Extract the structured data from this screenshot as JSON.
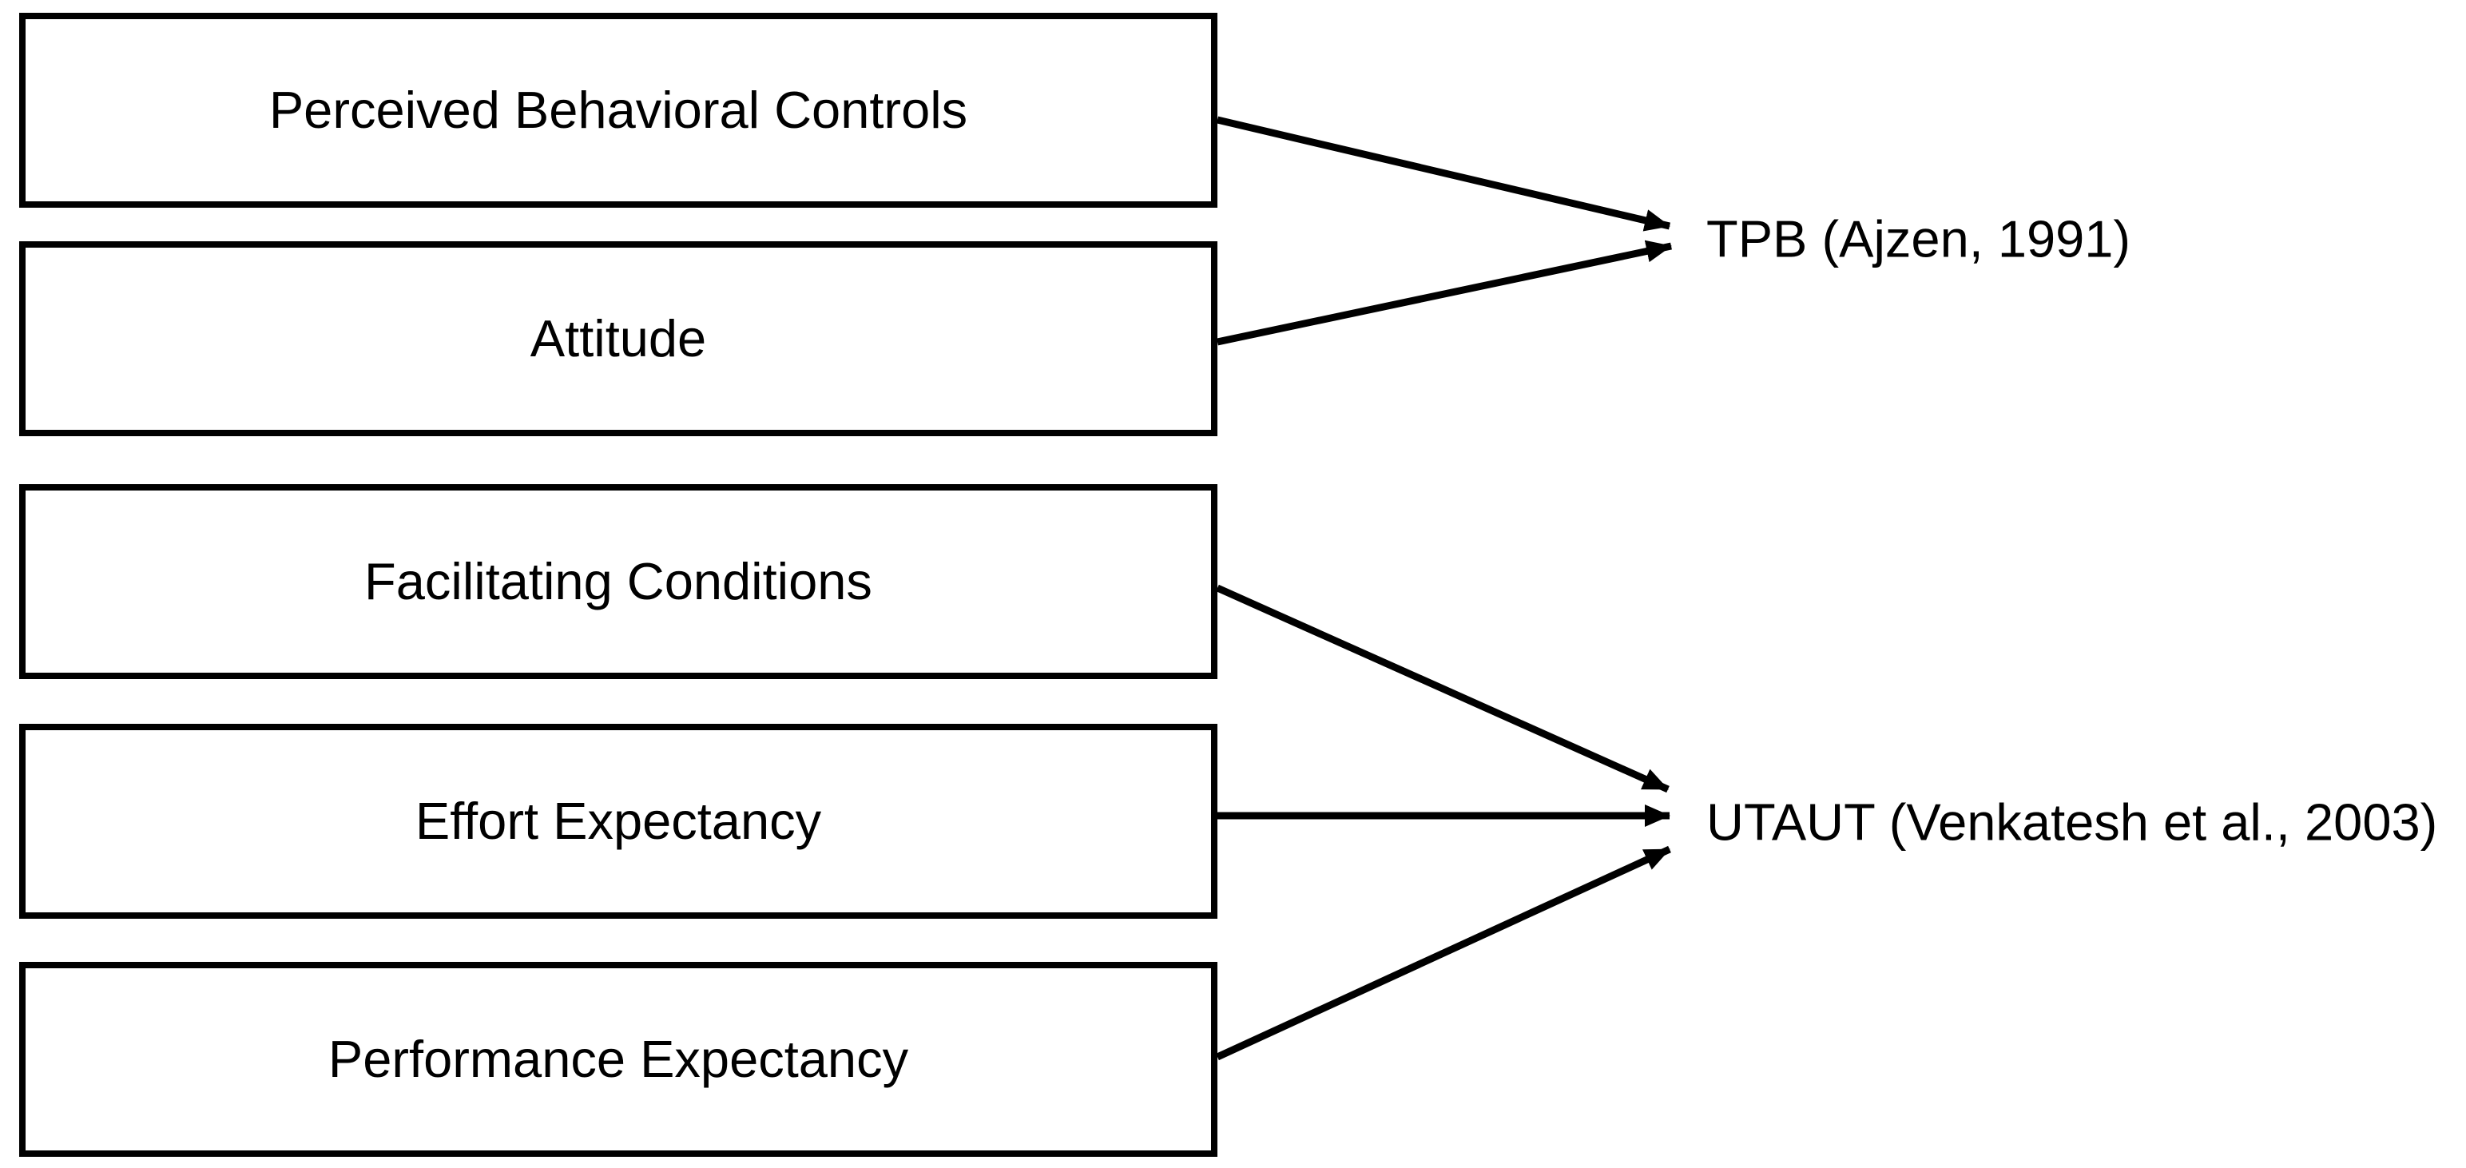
{
  "diagram": {
    "background_color": "#ffffff",
    "line_color": "#000000",
    "boxes": [
      {
        "label": "Perceived Behavioral Controls"
      },
      {
        "label": "Attitude"
      },
      {
        "label": "Facilitating Conditions"
      },
      {
        "label": "Effort Expectancy"
      },
      {
        "label": "Performance Expectancy"
      }
    ],
    "targets": [
      {
        "label": "TPB (Ajzen, 1991)"
      },
      {
        "label": "UTAUT (Venkatesh et al., 2003)"
      }
    ],
    "relations": [
      {
        "from": "Perceived Behavioral Controls",
        "to": "TPB (Ajzen, 1991)"
      },
      {
        "from": "Attitude",
        "to": "TPB (Ajzen, 1991)"
      },
      {
        "from": "Facilitating Conditions",
        "to": "UTAUT (Venkatesh et al., 2003)"
      },
      {
        "from": "Effort Expectancy",
        "to": "UTAUT (Venkatesh et al., 2003)"
      },
      {
        "from": "Performance Expectancy",
        "to": "UTAUT (Venkatesh et al., 2003)"
      }
    ]
  }
}
